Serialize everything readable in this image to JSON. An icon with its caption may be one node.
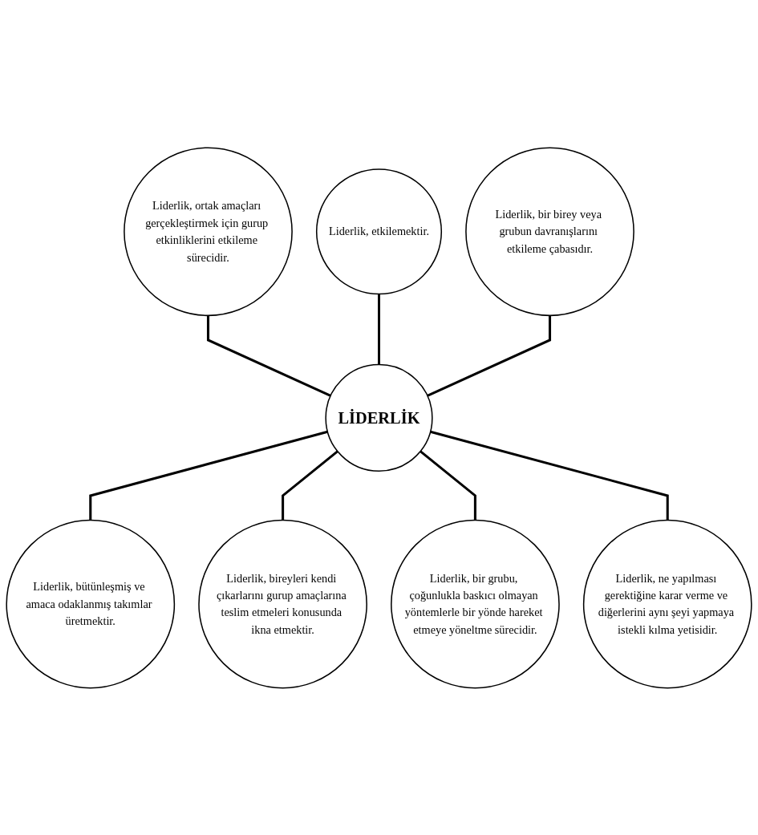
{
  "diagram": {
    "nodes": [
      {
        "text": [
          "Liderlik, ortak amaçları gerçekleştirmek için gurup etkinliklerini etkileme sürecidir."
        ]
      },
      {
        "text": [
          "Liderlik, etkilemektir."
        ]
      },
      {
        "text": [
          "Liderlik, bir birey veya grubun davranışlarını etkileme çabasıdır."
        ]
      },
      {
        "text": [
          "LİDERLİK"
        ]
      },
      {
        "text": [
          "Liderlik, bütünleşmiş ve amaca odaklanmış takımlar üretmektir."
        ]
      },
      {
        "text": [
          "Liderlik, ne yapılması gerektiğine karar verme ve diğerlerini aynı şeyi yapmaya istekli kılma yetisidir."
        ]
      },
      {
        "text": [
          "Liderlik, bireyleri kendi çıkarlarını gurup amaçlarına teslim etmeleri konusunda ikna etmektir."
        ]
      },
      {
        "text": [
          "Liderlik, bir grubu, çoğunlukla baskıcı olmayan yöntemlerle bir yönde hareket etmeye yöneltme sürecidir."
        ]
      }
    ],
    "edges": [
      {
        "from": 0,
        "to": 3,
        "arrow": "none"
      },
      {
        "from": 1,
        "to": 3,
        "arrow": "none"
      },
      {
        "from": 2,
        "to": 3,
        "arrow": "none"
      },
      {
        "from": 3,
        "to": 4,
        "arrow": "none"
      },
      {
        "from": 3,
        "to": 6,
        "arrow": "none"
      },
      {
        "from": 3,
        "to": 7,
        "arrow": "none"
      },
      {
        "from": 3,
        "to": 5,
        "arrow": "none"
      }
    ]
  }
}
